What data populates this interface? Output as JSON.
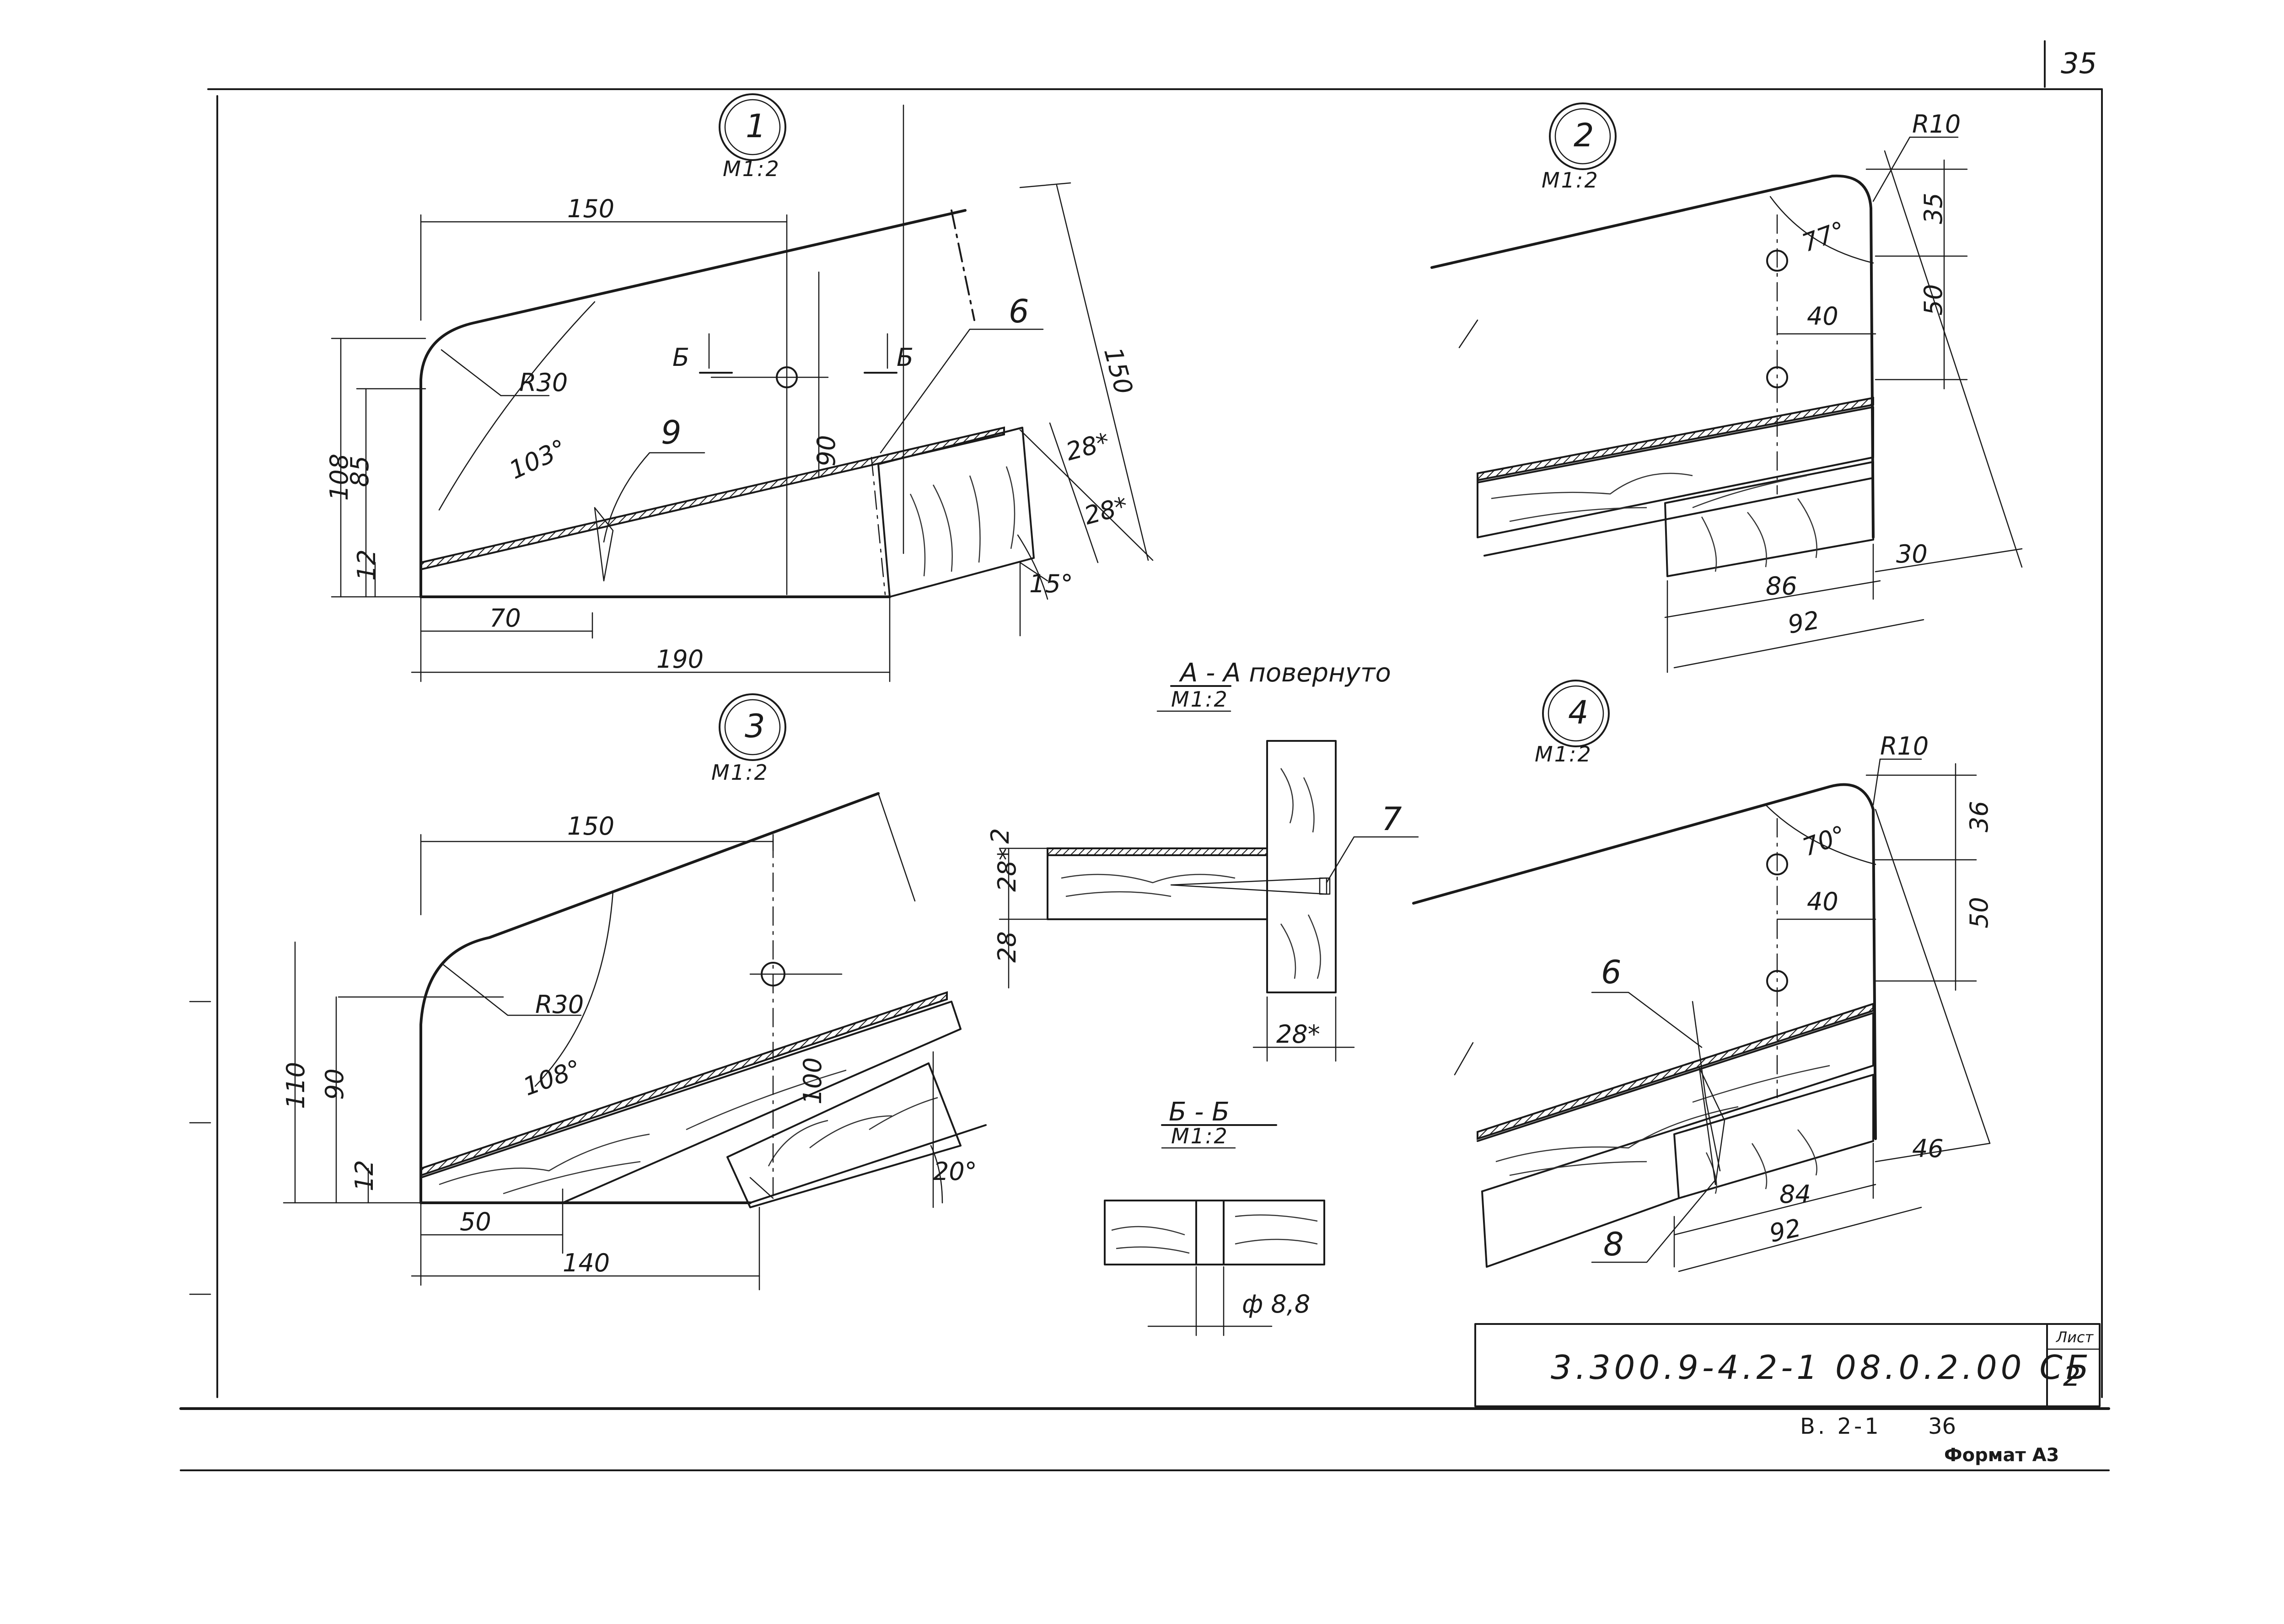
{
  "sheet": {
    "corner_number": "35",
    "stamp_code": "3.300.9-4.2-1  08.0.2.00 СБ",
    "sheet_label": "Лист",
    "sheet_number": "2",
    "volume": "В. 2-1",
    "volume_page": "36",
    "format": "Формат А3"
  },
  "views": {
    "v1": {
      "number": "1",
      "scale": "М1:2",
      "dims": [
        "150",
        "150",
        "108",
        "85",
        "12",
        "70",
        "190",
        "90",
        "28*",
        "28*",
        "R30",
        "103°",
        "15°"
      ],
      "callouts": [
        "9",
        "6"
      ],
      "section_marks": [
        "Б",
        "Б"
      ]
    },
    "v2": {
      "number": "2",
      "scale": "М1:2",
      "dims": [
        "R10",
        "77°",
        "35",
        "50",
        "40",
        "86",
        "92",
        "30"
      ]
    },
    "v3": {
      "number": "3",
      "scale": "М1:2",
      "dims": [
        "150",
        "110",
        "90",
        "12",
        "50",
        "140",
        "100",
        "R30",
        "108°",
        "20°"
      ]
    },
    "v4": {
      "number": "4",
      "scale": "М1:2",
      "dims": [
        "R10",
        "70°",
        "36",
        "50",
        "40",
        "84",
        "92",
        "46"
      ],
      "callouts": [
        "6",
        "8"
      ]
    }
  },
  "sections": {
    "aa": {
      "title": "А - А повернуто",
      "scale": "М1:2",
      "dims": [
        "2",
        "28*",
        "28",
        "28*"
      ],
      "callout": "7"
    },
    "bb": {
      "title": "Б - Б",
      "scale": "М1:2",
      "dims": [
        "ф 8,8"
      ]
    }
  }
}
